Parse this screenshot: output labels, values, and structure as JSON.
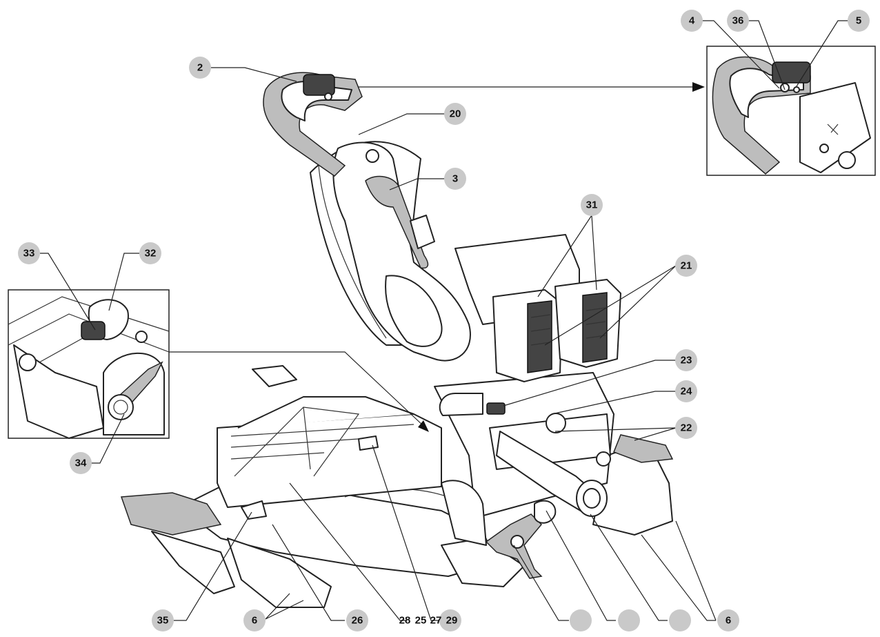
{
  "callouts": {
    "c2": "2",
    "c20": "20",
    "c3": "3",
    "c4": "4",
    "c36": "36",
    "c5": "5",
    "c31": "31",
    "c21": "21",
    "c23": "23",
    "c24": "24",
    "c22": "22",
    "c33": "33",
    "c32": "32",
    "c34": "34",
    "c35": "35",
    "c6a": "6",
    "c26": "26",
    "c28": "28",
    "c25": "25",
    "c27": "27",
    "c29": "29",
    "c6b": "6"
  }
}
